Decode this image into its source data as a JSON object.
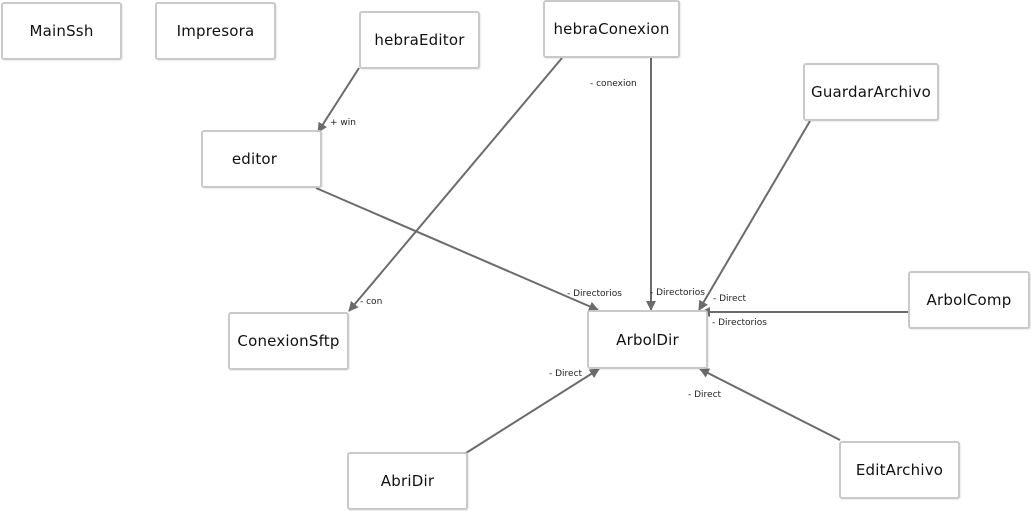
{
  "nodes": [
    {
      "id": "MainSsh",
      "label": "MainSsh"
    },
    {
      "id": "Impresora",
      "label": "Impresora"
    },
    {
      "id": "hebraEditor",
      "label": "hebraEditor"
    },
    {
      "id": "hebraConexion",
      "label": "hebraConexion"
    },
    {
      "id": "GuardarArchivo",
      "label": "GuardarArchivo"
    },
    {
      "id": "editor",
      "label": "editor"
    },
    {
      "id": "ConexionSftp",
      "label": "ConexionSftp"
    },
    {
      "id": "ArbolDir",
      "label": "ArbolDir"
    },
    {
      "id": "ArbolComp",
      "label": "ArbolComp"
    },
    {
      "id": "AbriDir",
      "label": "AbriDir"
    },
    {
      "id": "EditArchivo",
      "label": "EditArchivo"
    }
  ],
  "edges": [
    {
      "from": "hebraEditor",
      "to": "editor",
      "label": "+ win"
    },
    {
      "from": "editor",
      "to": "ArbolDir",
      "label": "- Directorios"
    },
    {
      "from": "hebraConexion",
      "to": "ConexionSftp",
      "label": "- con"
    },
    {
      "from": "hebraConexion",
      "to": "ArbolDir",
      "label": "- conexion"
    },
    {
      "from": "hebraConexion",
      "to": "ArbolDir",
      "label": "- Directorios"
    },
    {
      "from": "GuardarArchivo",
      "to": "ArbolDir",
      "label": "- Direct"
    },
    {
      "from": "ArbolComp",
      "to": "ArbolDir",
      "label": "- Directorios"
    },
    {
      "from": "AbriDir",
      "to": "ArbolDir",
      "label": "- Direct"
    },
    {
      "from": "EditArchivo",
      "to": "ArbolDir",
      "label": "- Direct"
    }
  ],
  "colors": {
    "edge": "#6b6b6b",
    "border": "#c9c9c9"
  }
}
